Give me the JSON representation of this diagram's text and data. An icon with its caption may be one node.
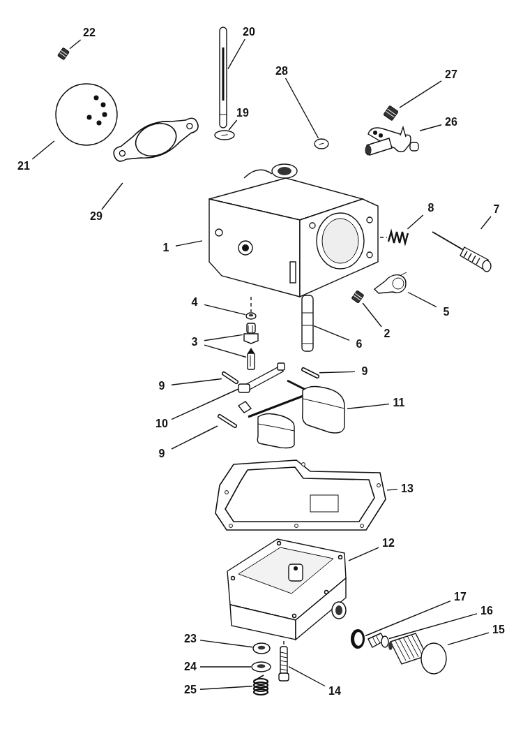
{
  "diagram": {
    "nodes": [
      {
        "text": [
          "22"
        ]
      },
      {
        "text": [],
        "shape": "picture"
      },
      {
        "text": [
          "20"
        ]
      },
      {
        "text": [],
        "shape": "picture"
      },
      {
        "text": [
          "19"
        ]
      },
      {
        "text": [],
        "shape": "picture"
      },
      {
        "text": [
          "28"
        ]
      },
      {
        "text": [],
        "shape": "picture"
      },
      {
        "text": [
          "27"
        ]
      },
      {
        "text": [],
        "shape": "picture"
      },
      {
        "text": [
          "26"
        ]
      },
      {
        "text": [],
        "shape": "picture"
      },
      {
        "text": [
          "21"
        ]
      },
      {
        "text": [],
        "shape": "picture"
      },
      {
        "text": [
          "29"
        ]
      },
      {
        "text": [],
        "shape": "picture"
      },
      {
        "text": [
          "1"
        ]
      },
      {
        "text": [],
        "shape": "picture"
      },
      {
        "text": [
          "8"
        ]
      },
      {
        "text": [],
        "shape": "picture"
      },
      {
        "text": [
          "7"
        ]
      },
      {
        "text": [],
        "shape": "picture"
      },
      {
        "text": [
          "4"
        ]
      },
      {
        "text": [],
        "shape": "picture"
      },
      {
        "text": [
          "2"
        ]
      },
      {
        "text": [],
        "shape": "picture"
      },
      {
        "text": [
          "5"
        ]
      },
      {
        "text": [],
        "shape": "picture"
      },
      {
        "text": [
          "3"
        ]
      },
      {
        "text": [],
        "shape": "picture"
      },
      {
        "text": [],
        "shape": "picture"
      },
      {
        "text": [
          "6"
        ]
      },
      {
        "text": [],
        "shape": "picture"
      },
      {
        "text": [
          "9"
        ]
      },
      {
        "text": [],
        "shape": "picture"
      },
      {
        "text": [
          "9"
        ]
      },
      {
        "text": [],
        "shape": "picture"
      },
      {
        "text": [
          "10"
        ]
      },
      {
        "text": [],
        "shape": "picture"
      },
      {
        "text": [
          "11"
        ]
      },
      {
        "text": [],
        "shape": "picture"
      },
      {
        "text": [
          "9"
        ]
      },
      {
        "text": [],
        "shape": "picture"
      },
      {
        "text": [
          "13"
        ]
      },
      {
        "text": [],
        "shape": "picture"
      },
      {
        "text": [
          "12"
        ]
      },
      {
        "text": [],
        "shape": "picture"
      },
      {
        "text": [
          "17"
        ]
      },
      {
        "text": [],
        "shape": "picture"
      },
      {
        "text": [
          "16"
        ]
      },
      {
        "text": [],
        "shape": "picture"
      },
      {
        "text": [
          "15"
        ]
      },
      {
        "text": [],
        "shape": "picture"
      },
      {
        "text": [
          "23"
        ]
      },
      {
        "text": [],
        "shape": "picture"
      },
      {
        "text": [
          "24"
        ]
      },
      {
        "text": [],
        "shape": "picture"
      },
      {
        "text": [
          "25"
        ]
      },
      {
        "text": [],
        "shape": "picture"
      },
      {
        "text": [
          "14"
        ]
      },
      {
        "text": [],
        "shape": "picture"
      }
    ],
    "edges": [
      {
        "from": 0,
        "to": 1,
        "arrow": "none"
      },
      {
        "from": 2,
        "to": 3,
        "arrow": "none"
      },
      {
        "from": 4,
        "to": 5,
        "arrow": "none"
      },
      {
        "from": 6,
        "to": 7,
        "arrow": "none"
      },
      {
        "from": 8,
        "to": 9,
        "arrow": "none"
      },
      {
        "from": 10,
        "to": 11,
        "arrow": "none"
      },
      {
        "from": 12,
        "to": 13,
        "arrow": "none"
      },
      {
        "from": 14,
        "to": 15,
        "arrow": "none"
      },
      {
        "from": 16,
        "to": 17,
        "arrow": "none"
      },
      {
        "from": 18,
        "to": 19,
        "arrow": "none"
      },
      {
        "from": 20,
        "to": 21,
        "arrow": "none"
      },
      {
        "from": 22,
        "to": 23,
        "arrow": "none"
      },
      {
        "from": 24,
        "to": 25,
        "arrow": "none"
      },
      {
        "from": 26,
        "to": 27,
        "arrow": "none"
      },
      {
        "from": 28,
        "to": 29,
        "arrow": "none"
      },
      {
        "from": 28,
        "to": 30,
        "arrow": "none"
      },
      {
        "from": 31,
        "to": 32,
        "arrow": "none"
      },
      {
        "from": 33,
        "to": 34,
        "arrow": "none"
      },
      {
        "from": 35,
        "to": 36,
        "arrow": "none"
      },
      {
        "from": 37,
        "to": 38,
        "arrow": "none"
      },
      {
        "from": 39,
        "to": 40,
        "arrow": "none"
      },
      {
        "from": 41,
        "to": 42,
        "arrow": "none"
      },
      {
        "from": 43,
        "to": 44,
        "arrow": "none"
      },
      {
        "from": 45,
        "to": 46,
        "arrow": "none"
      },
      {
        "from": 47,
        "to": 48,
        "arrow": "none"
      },
      {
        "from": 49,
        "to": 50,
        "arrow": "none"
      },
      {
        "from": 51,
        "to": 52,
        "arrow": "none"
      },
      {
        "from": 53,
        "to": 54,
        "arrow": "none"
      },
      {
        "from": 55,
        "to": 56,
        "arrow": "none"
      },
      {
        "from": 57,
        "to": 58,
        "arrow": "none"
      },
      {
        "from": 59,
        "to": 60,
        "arrow": "none"
      },
      {
        "from": 17,
        "to": 19,
        "arrow": "none",
        "style": "dashed"
      },
      {
        "from": 17,
        "to": 23,
        "arrow": "none",
        "style": "dashed"
      },
      {
        "from": 46,
        "to": 60,
        "arrow": "none",
        "style": "dashed"
      }
    ]
  }
}
